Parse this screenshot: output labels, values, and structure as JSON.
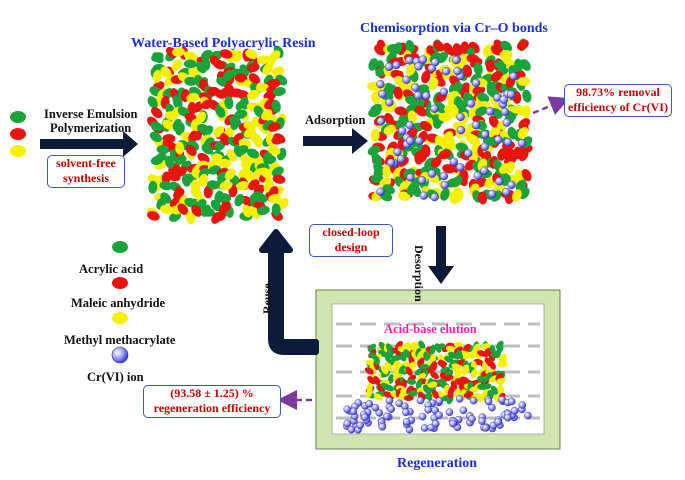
{
  "titles": {
    "resin": "Water-Based Polyacrylic Resin",
    "chemisorption": "Chemisorption via Cr–O bonds",
    "regeneration": "Regeneration"
  },
  "process": {
    "polymerization_line1": "Inverse Emulsion",
    "polymerization_line2": "Polymerization",
    "adsorption": "Adsorption",
    "desorption": "Desorption",
    "reuse": "Reuse",
    "elution": "Acid-base elution"
  },
  "callouts": {
    "solvent_free_1": "solvent-free",
    "solvent_free_2": "synthesis",
    "closed_loop_1": "closed-loop",
    "closed_loop_2": "design",
    "removal_1": "98.73% removal",
    "removal_2": "efficiency of Cr(VI)",
    "regen_1": "(93.58 ± 1.25) %",
    "regen_2": "regeneration efficiency"
  },
  "legend": [
    {
      "label": "Acrylic acid",
      "color": "#1aa33a",
      "shape": "ellipse"
    },
    {
      "label": "Maleic anhydride",
      "color": "#e8140e",
      "shape": "ellipse"
    },
    {
      "label": "Methyl methacrylate",
      "color": "#f5f000",
      "shape": "ellipse"
    },
    {
      "label": "Cr(VI) ion",
      "color": "#6b6bf0",
      "shape": "sphere"
    }
  ],
  "colors": {
    "title_blue": "#1a2fd6",
    "callout_red": "#c00000",
    "arrow_navy": "#0d1a3a",
    "dashed_arrow": "#7a3aa0",
    "elution_pink": "#ff1fa8",
    "regen_frame": "#cfe6b0"
  }
}
